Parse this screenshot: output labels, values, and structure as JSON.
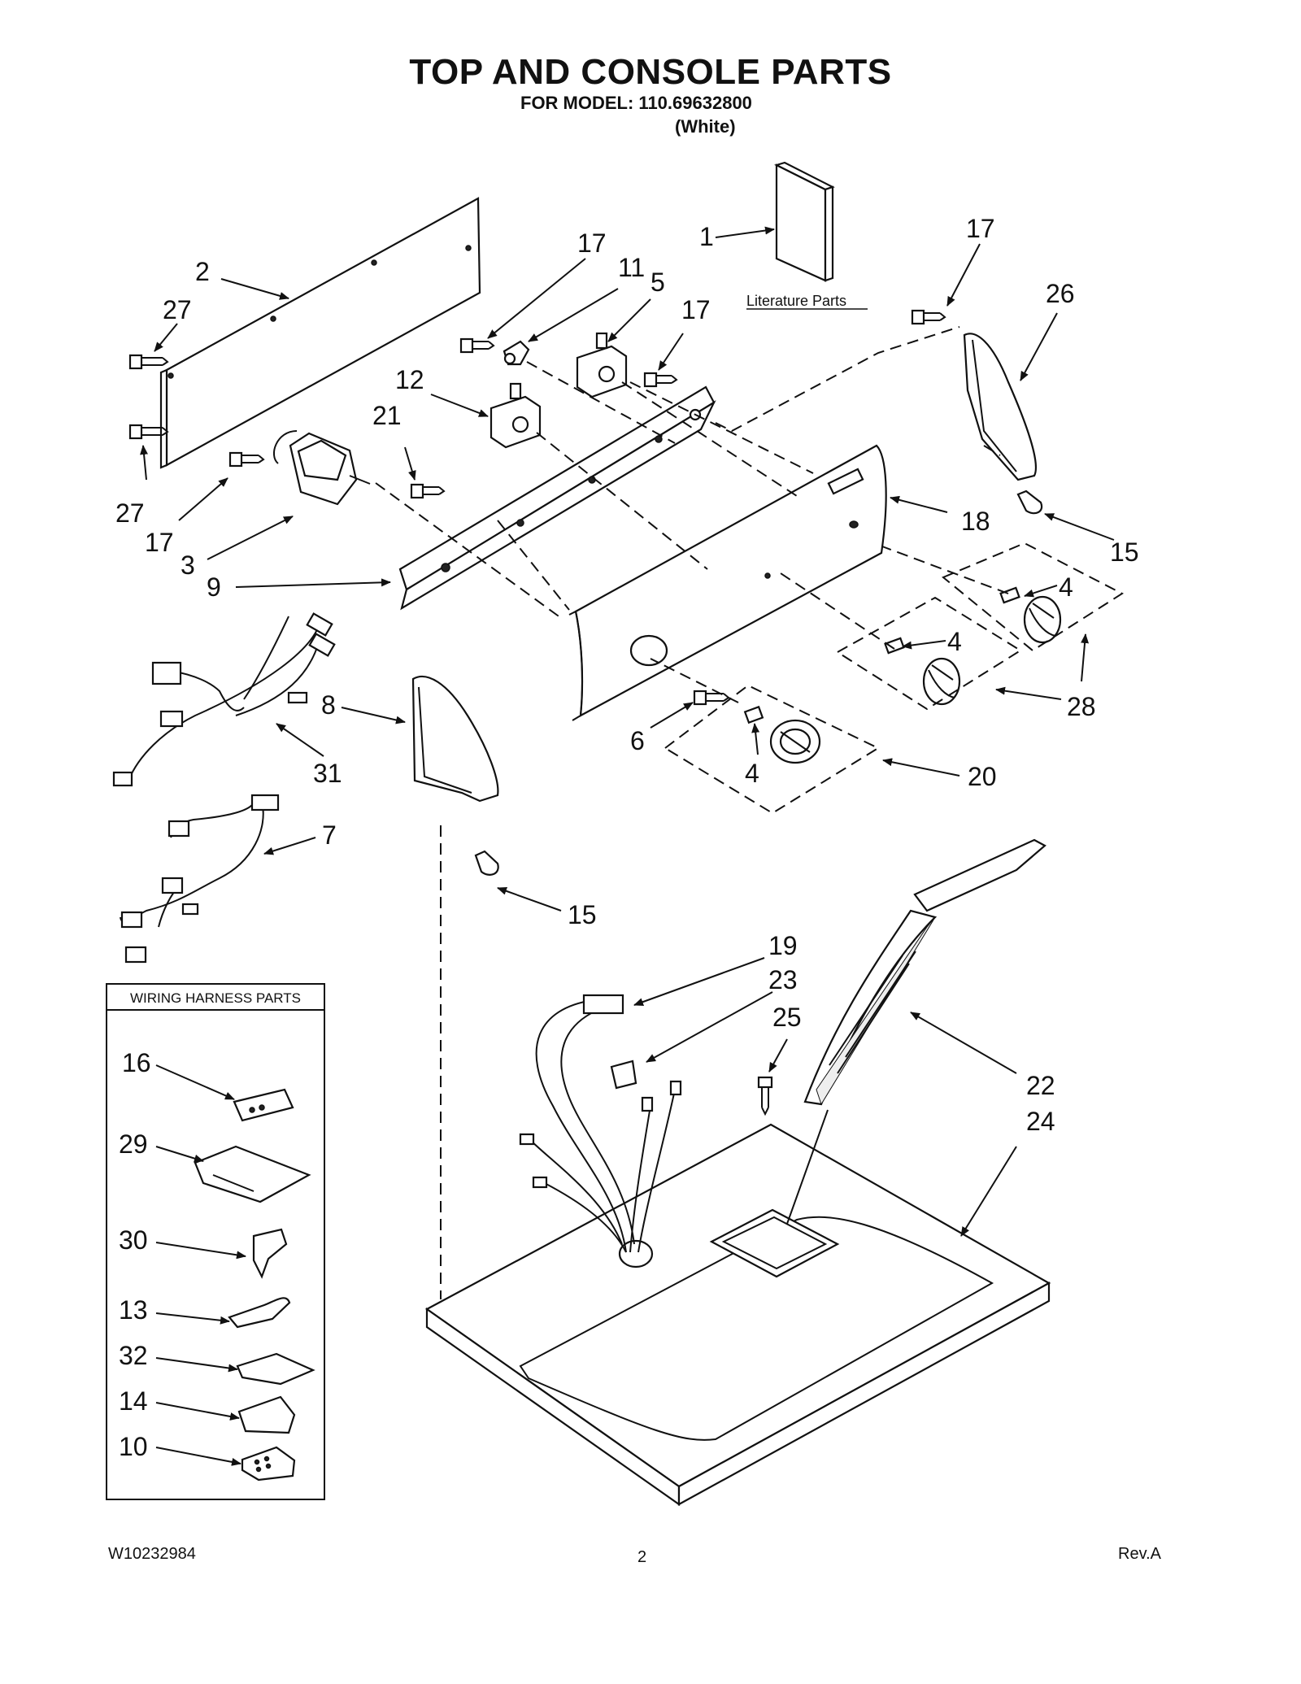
{
  "header": {
    "title": "TOP AND CONSOLE PARTS",
    "model_line": "FOR MODEL: 110.69632800",
    "color_line": "(White)"
  },
  "literature_label": "Literature Parts",
  "wiring_box_title": "WIRING HARNESS PARTS",
  "callouts": {
    "c1": "1",
    "c2": "2",
    "c3": "3",
    "c4a": "4",
    "c4b": "4",
    "c4c": "4",
    "c5": "5",
    "c6": "6",
    "c7": "7",
    "c8": "8",
    "c9": "9",
    "c10": "10",
    "c11": "11",
    "c12": "12",
    "c13": "13",
    "c14": "14",
    "c15a": "15",
    "c15b": "15",
    "c16": "16",
    "c17a": "17",
    "c17b": "17",
    "c17c": "17",
    "c17d": "17",
    "c18": "18",
    "c19": "19",
    "c20": "20",
    "c21": "21",
    "c22": "22",
    "c23": "23",
    "c24": "24",
    "c25": "25",
    "c26": "26",
    "c27a": "27",
    "c27b": "27",
    "c28": "28",
    "c29": "29",
    "c30": "30",
    "c31": "31",
    "c32": "32"
  },
  "footer": {
    "doc_number": "W10232984",
    "page": "2",
    "revision": "Rev.A"
  }
}
